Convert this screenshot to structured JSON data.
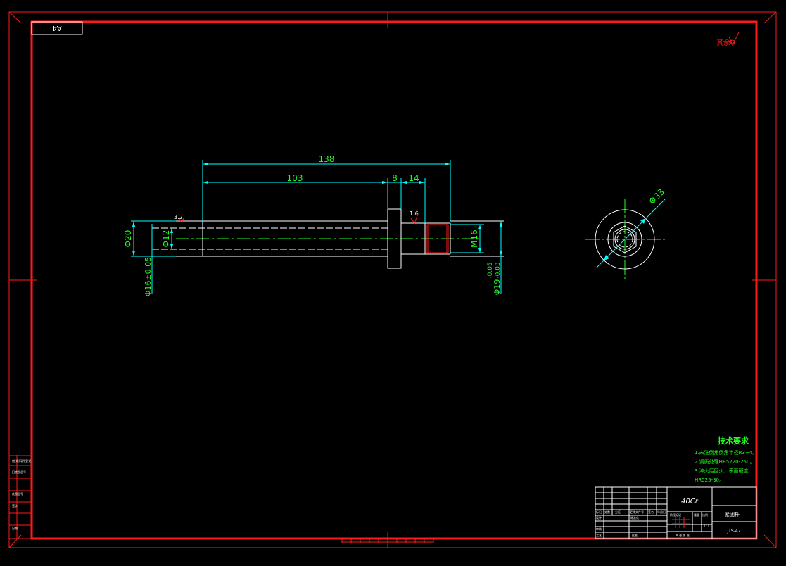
{
  "sheet": {
    "format_label": "A4",
    "surface_mark": "其余",
    "material": "40Cr",
    "part_name": "紧固杆",
    "drawing_number": "JTS-47",
    "scale": "1:1"
  },
  "dimensions": {
    "overall_length": "138",
    "length_103": "103",
    "length_8": "8",
    "length_14": "14",
    "dia_20": "Φ20",
    "dia_12": "Φ12",
    "dia_16": "Φ16±0.05",
    "dia_19_main": "Φ19",
    "dia_19_upper": "-0.05",
    "dia_19_lower": "-0.03",
    "thread": "M16",
    "dia_33": "Φ33",
    "roughness_left": "3.2",
    "roughness_right": "1.6"
  },
  "tech_requirements": {
    "title": "技术要求",
    "lines": [
      "1.未注倒角倒角半径R3~4。",
      "2.调质处理HB5220-250。",
      "3.淬火后回火，表面硬度",
      "HRC25-30。"
    ]
  },
  "title_block": {
    "row_labels": [
      "标记",
      "处数",
      "分区",
      "更改文件号",
      "签名",
      "年月日"
    ],
    "design": "设计",
    "standard": "标准化",
    "stage": "阶段标记",
    "weight": "重量",
    "scale_label": "比例",
    "review": "审核",
    "process": "工艺",
    "approve": "批准",
    "sheets": "共 张 第 张"
  },
  "side_block": {
    "labels": [
      "借(通)用件登记",
      "旧底图总号",
      "底图总号",
      "签字",
      "日期"
    ]
  },
  "colors": {
    "frame": "#ff1a1a",
    "part": "#ffffff",
    "dimension": "#00ffff",
    "label": "#22ff22",
    "center": "#22ff22"
  }
}
